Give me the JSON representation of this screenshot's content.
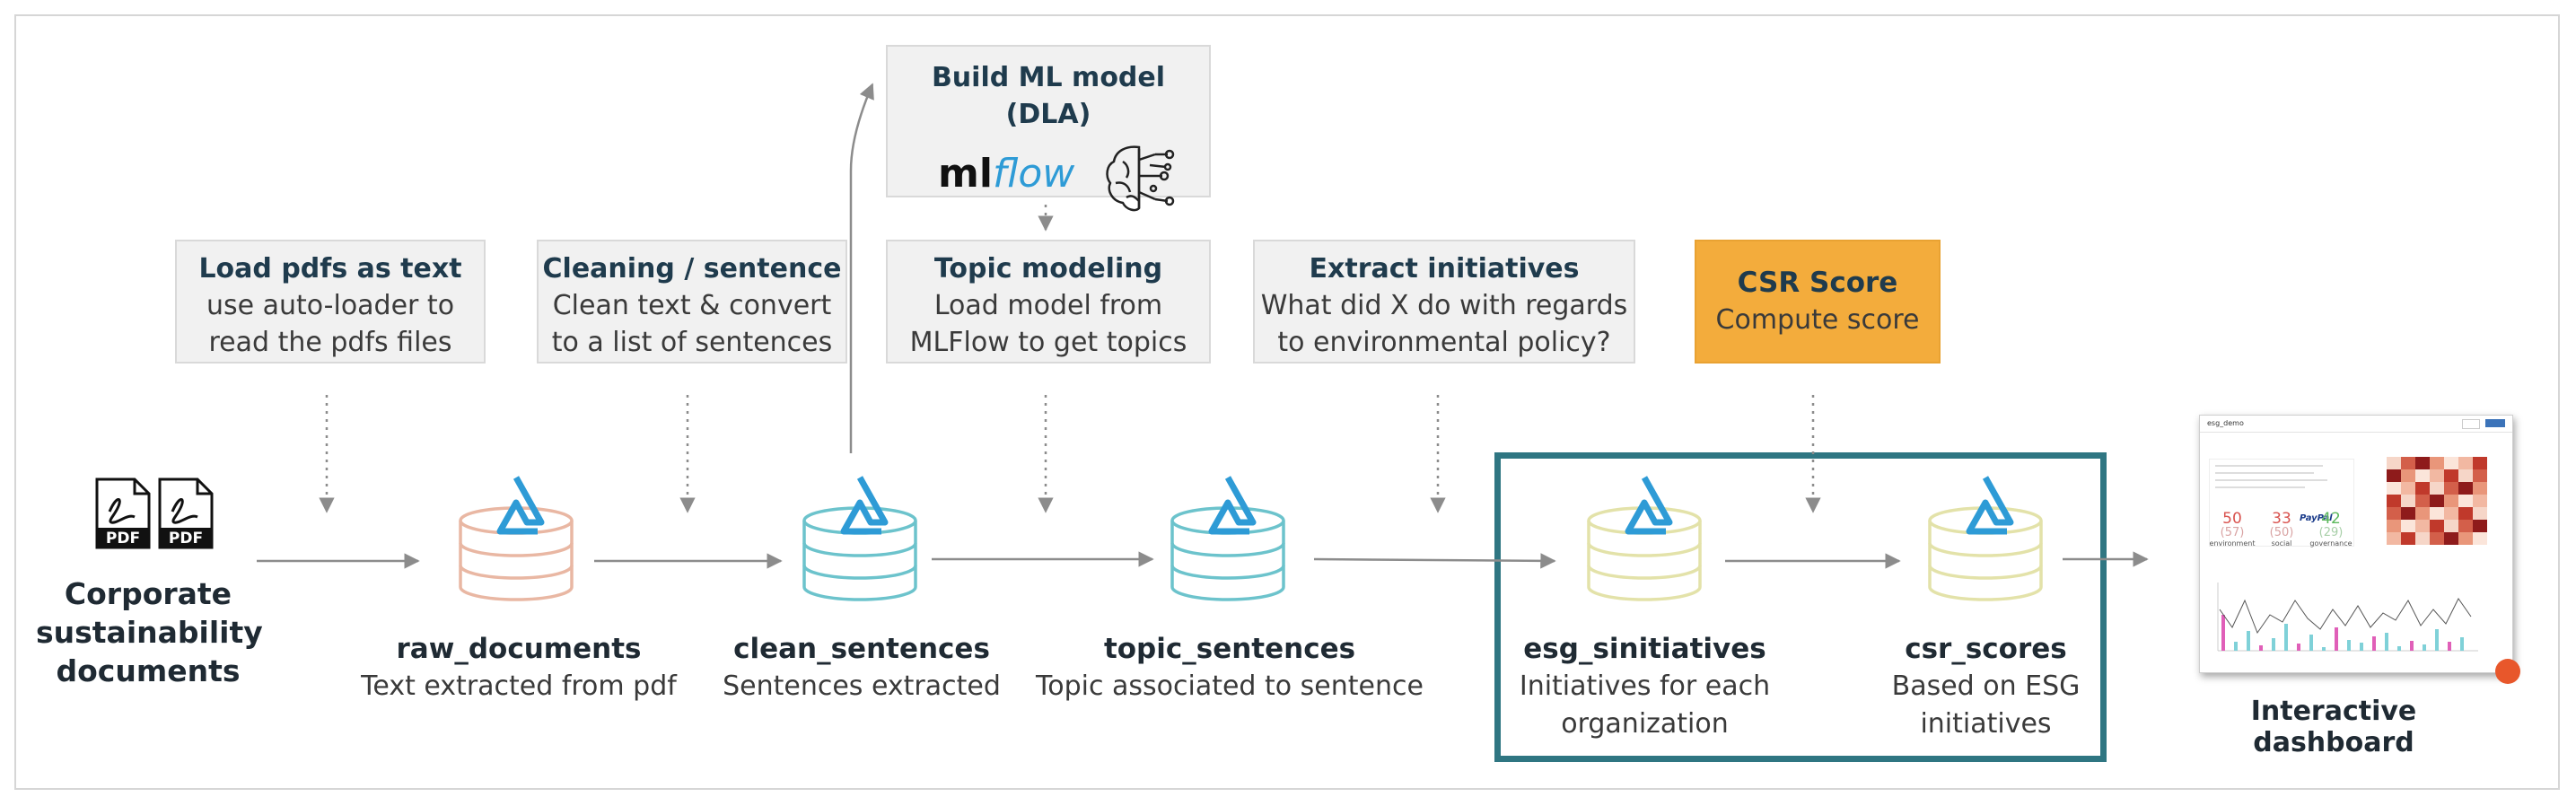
{
  "steps": {
    "load": {
      "title": "Load pdfs as text",
      "lines": [
        "use auto-loader to",
        "read the pdfs files"
      ]
    },
    "clean": {
      "title": "Cleaning / sentence",
      "lines": [
        "Clean text & convert",
        "to a list of sentences"
      ]
    },
    "topic": {
      "title": "Topic modeling",
      "lines": [
        "Load model from",
        "MLFlow to get topics"
      ]
    },
    "extract": {
      "title": "Extract  initiatives",
      "lines": [
        "What did X do with regards",
        "to environmental policy?"
      ]
    },
    "csr": {
      "title": "CSR Score",
      "lines": [
        "Compute score"
      ]
    },
    "ml": {
      "title": "Build ML model (DLA)",
      "logo_text_ml": "ml",
      "logo_text_flow": "flow",
      "icon": "brain-network-icon"
    }
  },
  "source": {
    "lines": [
      "Corporate",
      "sustainability",
      "documents"
    ],
    "icon": "pdf-icon",
    "icon_labels": [
      "PDF",
      "PDF"
    ]
  },
  "tables": [
    {
      "name": "raw_documents",
      "desc": [
        "Text extracted from pdf"
      ],
      "color": "#e9b7a3"
    },
    {
      "name": "clean_sentences",
      "desc": [
        "Sentences extracted"
      ],
      "color": "#6cc3cc"
    },
    {
      "name": "topic_sentences",
      "desc": [
        "Topic associated to sentence"
      ],
      "color": "#6cc3cc"
    },
    {
      "name": "esg_sinitiatives",
      "desc": [
        "Initiatives for each",
        "organization"
      ],
      "color": "#e3e2a9"
    },
    {
      "name": "csr_scores",
      "desc": [
        "Based on ESG",
        "initiatives"
      ],
      "color": "#e3e2a9"
    }
  ],
  "dashboard": {
    "title": "Interactive dashboard",
    "header_title": "esg_demo",
    "metrics": [
      {
        "value": "50",
        "prev": "(57)",
        "label": "environment",
        "color": "#d9534f"
      },
      {
        "value": "33",
        "prev": "(50)",
        "label": "social",
        "color": "#d9534f"
      },
      {
        "value": "42",
        "prev": "(29)",
        "label": "governance",
        "color": "#5cb85c"
      }
    ],
    "logo": "PayPal"
  },
  "colors": {
    "accent_frame": "#2f7682",
    "arrow": "#8c8c8c",
    "csr_box": "#f3ac3c",
    "delta_blue": "#2e9bd6"
  }
}
